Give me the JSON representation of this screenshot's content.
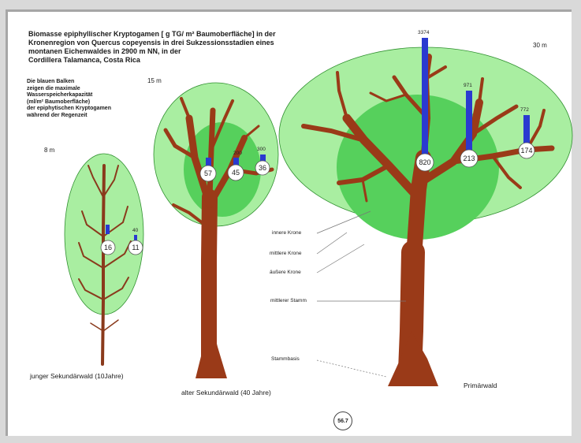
{
  "title_lines": [
    "Biomasse epiphyllischer Kryptogamen [ g TG/ m² Baumoberfläche] in der",
    "Kronenregion von Quercus copeyensis in drei Sukzessionsstadien eines",
    "montanen Eichenwaldes in 2900 m NN, in der",
    "Cordillera Talamanca, Costa Rica"
  ],
  "note_lines": [
    "Die blauen Balken",
    "zeigen die maximale",
    "Wasserspeicherkapazität",
    "(ml/m² Baumoberfläche)",
    "der epiphytischen Kryptogamen",
    "während der Regenzeit"
  ],
  "heights": {
    "small": "8 m",
    "medium": "15 m",
    "large": "30 m"
  },
  "captions": {
    "small": "junger Sekundärwald (10Jahre)",
    "medium": "alter Sekundärwald (40 Jahre)",
    "large": "Primärwald"
  },
  "zone_labels": {
    "inner": "innere Krone",
    "middle": "mittlere Krone",
    "outer": "äußere Krone",
    "trunk": "mittlerer Stamm",
    "base": "Stammbasis"
  },
  "page_number": "56.7",
  "colors": {
    "crown": "#a9eea1",
    "crown_dark": "#56d05c",
    "trunk": "#9a3a18",
    "bar": "#2a3ad0",
    "trunk_small": "#8a3a1c"
  },
  "chart_data": {
    "type": "bar",
    "title": "Biomasse epiphyllischer Kryptogamen [ g TG/ m² Baumoberfläche] in der Kronenregion von Quercus copeyensis in drei Sukzessionsstadien eines montanen Eichenwaldes in 2900 m NN, in der Cordillera Talamanca, Costa Rica",
    "series": [
      {
        "name": "junger Sekundärwald (10Jahre)",
        "biomass": [
          16,
          11
        ],
        "water_capacity": [
          "",
          "40"
        ]
      },
      {
        "name": "alter Sekundärwald (40 Jahre)",
        "biomass": [
          57,
          45,
          36
        ],
        "water_capacity": [
          "",
          "200",
          "300"
        ]
      },
      {
        "name": "Primärwald",
        "biomass": [
          820,
          213,
          174
        ],
        "water_capacity": [
          "3374",
          "971",
          "772"
        ]
      }
    ]
  }
}
